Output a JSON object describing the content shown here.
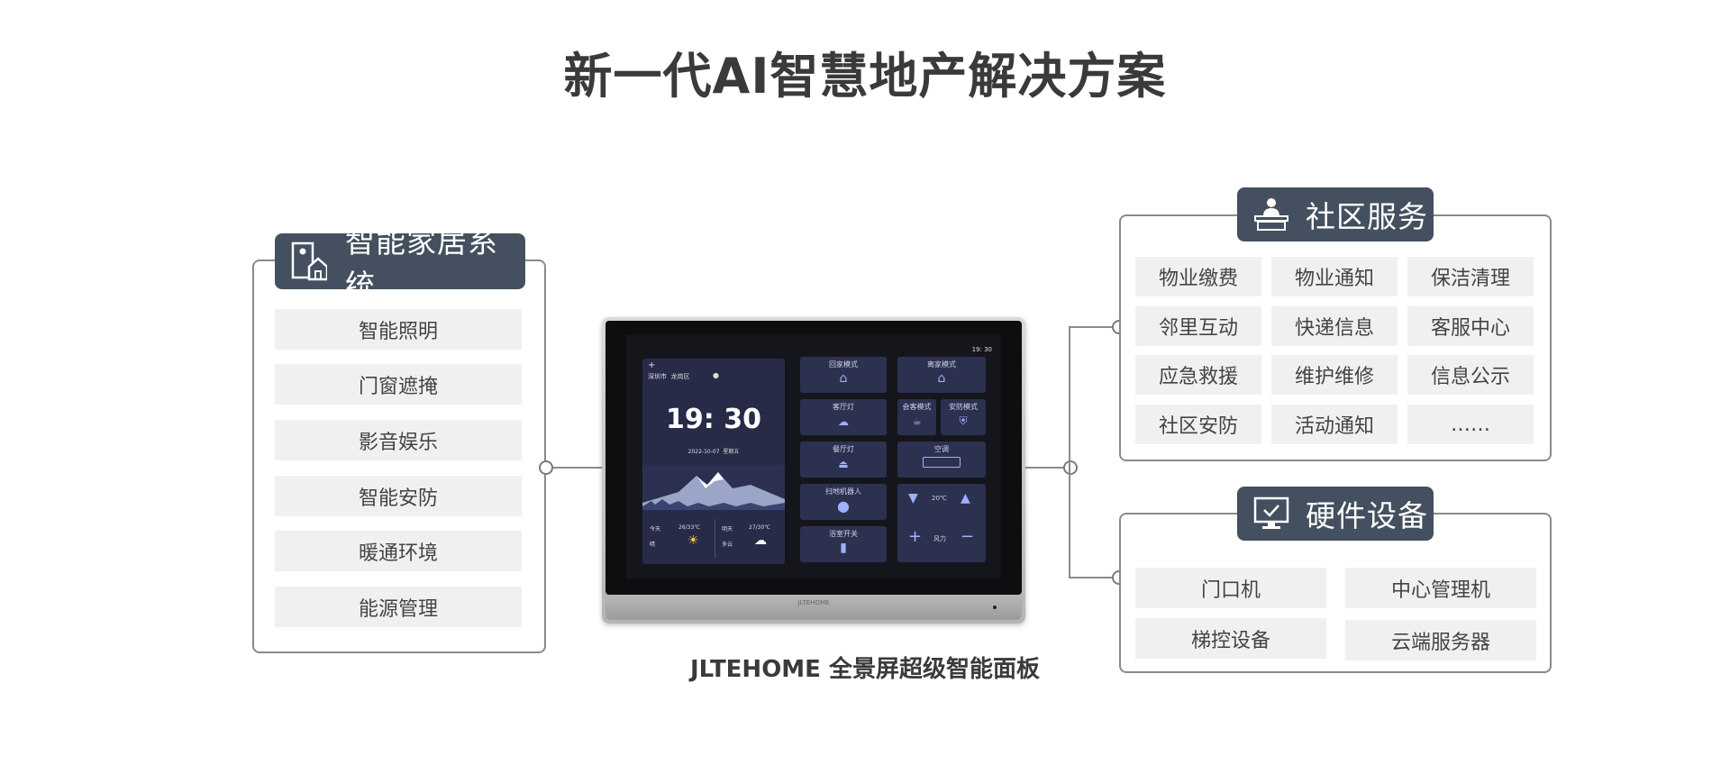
{
  "title": "新一代AI智慧地产解决方案",
  "left_panel": {
    "title": "智能家居系统",
    "icon": "smart-home-icon",
    "items": [
      "智能照明",
      "门窗遮掩",
      "影音娱乐",
      "智能安防",
      "暖通环境",
      "能源管理"
    ]
  },
  "community_panel": {
    "title": "社区服务",
    "icon": "service-person-icon",
    "items": [
      "物业缴费",
      "物业通知",
      "保洁清理",
      "邻里互动",
      "快递信息",
      "客服中心",
      "应急救援",
      "维护维修",
      "信息公示",
      "社区安防",
      "活动通知",
      "……"
    ]
  },
  "hardware_panel": {
    "title": "硬件设备",
    "icon": "monitor-check-icon",
    "items": [
      "门口机",
      "中心管理机",
      "梯控设备",
      "云端服务器"
    ]
  },
  "device": {
    "status_time": "19: 30",
    "location": "深圳市  龙岗区",
    "clock": "19: 30",
    "date": "2022-10-07",
    "weekday": "星期五",
    "weather_today_label": "今天",
    "weather_today_temp": "26/33℃",
    "weather_today_desc": "晴",
    "weather_tomorrow_label": "明天",
    "weather_tomorrow_temp": "27/30℃",
    "weather_tomorrow_desc": "多云",
    "tiles": {
      "home_mode": "回家模式",
      "away_mode": "离家模式",
      "living_light": "客厅灯",
      "guest_mode": "会客模式",
      "security_mode": "安防模式",
      "dining_light": "餐厅灯",
      "ac": "空调",
      "robot": "扫地机器人",
      "ac_temp": "20℃",
      "bath_switch": "浴室开关",
      "fan": "风力"
    },
    "brand_mark": "JLTEHOME"
  },
  "caption": "JLTEHOME  全景屏超级智能面板",
  "colors": {
    "header_bg": "#44505f",
    "item_bg": "#f0f0f0",
    "border": "#8a8a8a"
  }
}
